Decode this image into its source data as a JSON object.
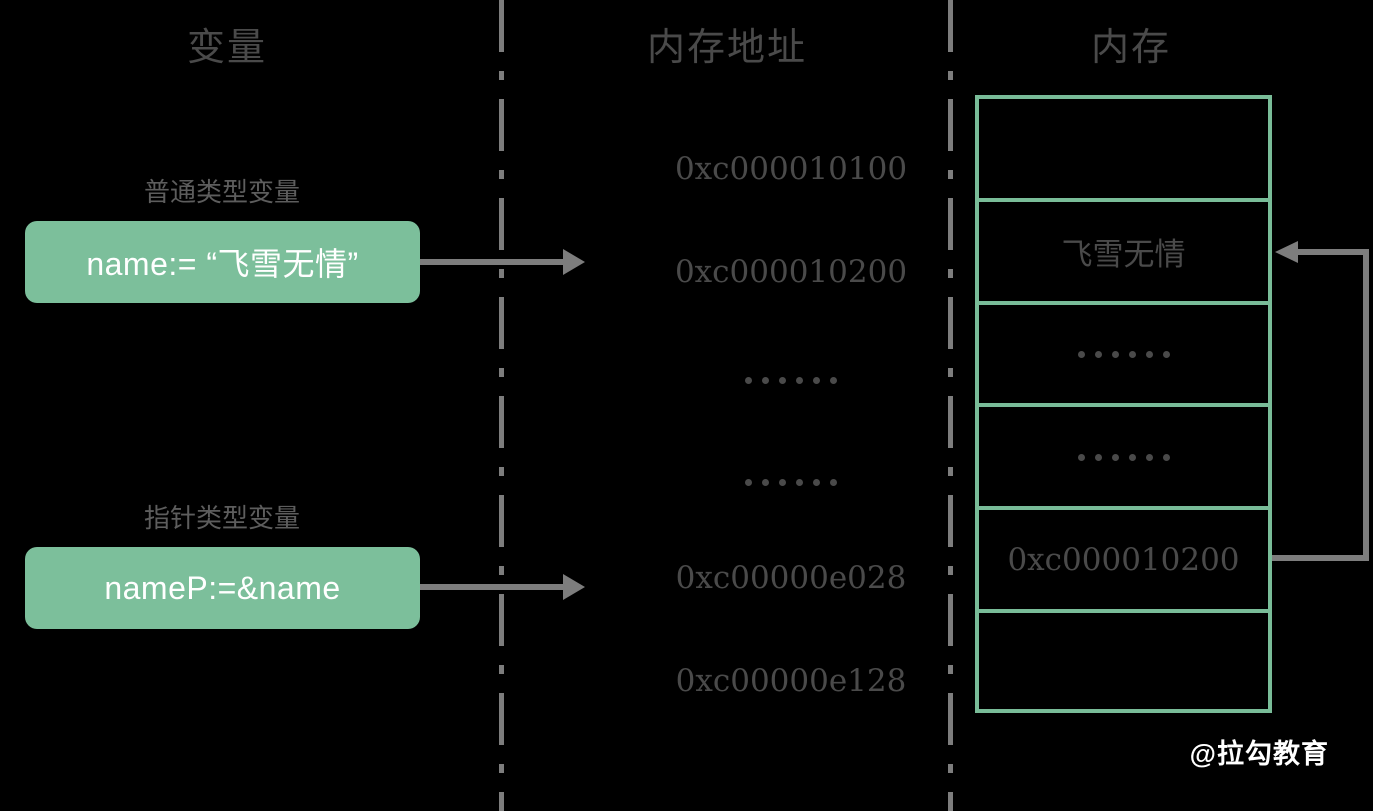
{
  "columns": {
    "variable_header": "变量",
    "address_header": "内存地址",
    "memory_header": "内存"
  },
  "variables": [
    {
      "label": "普通类型变量",
      "expression": "name:= “飞雪无情”"
    },
    {
      "label": "指针类型变量",
      "expression": "nameP:=&name"
    }
  ],
  "addresses": [
    {
      "text": "0xc000010100",
      "kind": "hex"
    },
    {
      "text": "0xc000010200",
      "kind": "hex"
    },
    {
      "text": "",
      "kind": "ellipsis"
    },
    {
      "text": "",
      "kind": "ellipsis"
    },
    {
      "text": "0xc00000e028",
      "kind": "hex"
    },
    {
      "text": "0xc00000e128",
      "kind": "hex"
    }
  ],
  "memory_cells": [
    {
      "text": "",
      "kind": "empty"
    },
    {
      "text": "飞雪无情",
      "kind": "value"
    },
    {
      "text": "",
      "kind": "ellipsis"
    },
    {
      "text": "",
      "kind": "ellipsis"
    },
    {
      "text": "0xc000010200",
      "kind": "pointer-value"
    },
    {
      "text": "",
      "kind": "empty"
    }
  ],
  "watermark": "@拉勾教育",
  "colors": {
    "background": "#000000",
    "accent_green_fill": "#7cbf9b",
    "accent_green_border": "#79bc98",
    "text_gray": "#4a4a4a",
    "label_gray": "#5d5d5d",
    "line_gray": "#7d7d7d",
    "box_text": "#ffffff",
    "watermark_color": "#ffffff"
  }
}
